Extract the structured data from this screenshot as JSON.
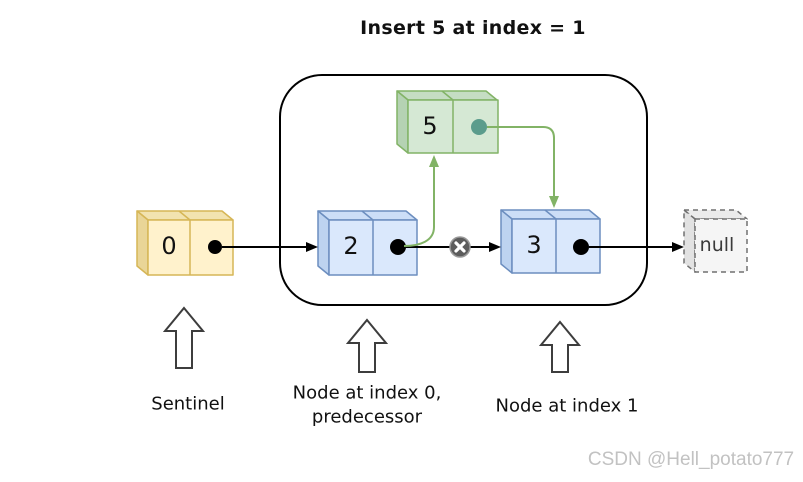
{
  "title": "Insert 5 at index = 1",
  "nodes": {
    "sentinel": {
      "value": "0"
    },
    "predecessor": {
      "value": "2"
    },
    "new_node": {
      "value": "5"
    },
    "index1": {
      "value": "3"
    },
    "tail": {
      "value": "null"
    }
  },
  "annotations": {
    "sentinel_label": "Sentinel",
    "predecessor_label_line1": "Node at index 0,",
    "predecessor_label_line2": "predecessor",
    "index1_label": "Node at index 1"
  },
  "watermark": "CSDN @Hell_potato777",
  "colors": {
    "sentinel_fill": "#FFF2CC",
    "sentinel_stroke": "#D6B656",
    "node_fill": "#DAE8FC",
    "node_stroke": "#6C8EBF",
    "new_node_fill": "#D5E8D4",
    "new_node_stroke": "#82B366",
    "null_fill": "#F5F5F5",
    "null_stroke": "#666666",
    "link_color": "#000000",
    "new_link_color": "#82B366",
    "pointer_dot": "#000000",
    "new_pointer_dot": "#5B9C8C",
    "broken_link_icon": "#5C5C5C",
    "watermark_color": "#C2C2C2"
  }
}
